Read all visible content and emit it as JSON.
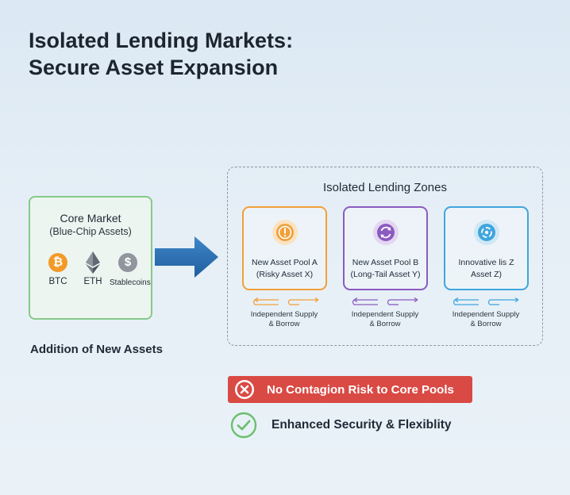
{
  "title": {
    "line1": "Isolated Lending Markets:",
    "line2": "Secure Asset Expansion"
  },
  "core_market": {
    "title": "Core Market",
    "subtitle": "(Blue-Chip Assets)",
    "assets": [
      {
        "label": "BTC",
        "icon": "bitcoin-icon",
        "color": "#f29a28"
      },
      {
        "label": "ETH",
        "icon": "ethereum-icon",
        "color": "#6b7480"
      },
      {
        "label": "Stablecoins",
        "icon": "dollar-icon",
        "color": "#8f969e"
      }
    ]
  },
  "addition_label": "Addition of New Assets",
  "zones": {
    "title": "Isolated Lending Zones",
    "pools": [
      {
        "line1": "New Asset Pool A",
        "line2": "(Risky Asset X)",
        "color": "#f1a03a",
        "flow_line1": "Independent Supply",
        "flow_line2": "& Borrow"
      },
      {
        "line1": "New Asset Pool B",
        "line2": "(Long-Tail Asset Y)",
        "color": "#8a5bc0",
        "flow_line1": "Independent Supply",
        "flow_line2": "& Borrow"
      },
      {
        "line1": "Innovative lis Z",
        "line2": "Asset Z)",
        "color": "#3fa5dd",
        "flow_line1": "Independent Supply",
        "flow_line2": "& Borrow"
      }
    ]
  },
  "risk_badge": {
    "text": "No Contagion Risk to Core Pools",
    "color": "#d94a45"
  },
  "security_badge": {
    "text": "Enhanced Security & Flexiblity",
    "color": "#6cbf6e"
  }
}
